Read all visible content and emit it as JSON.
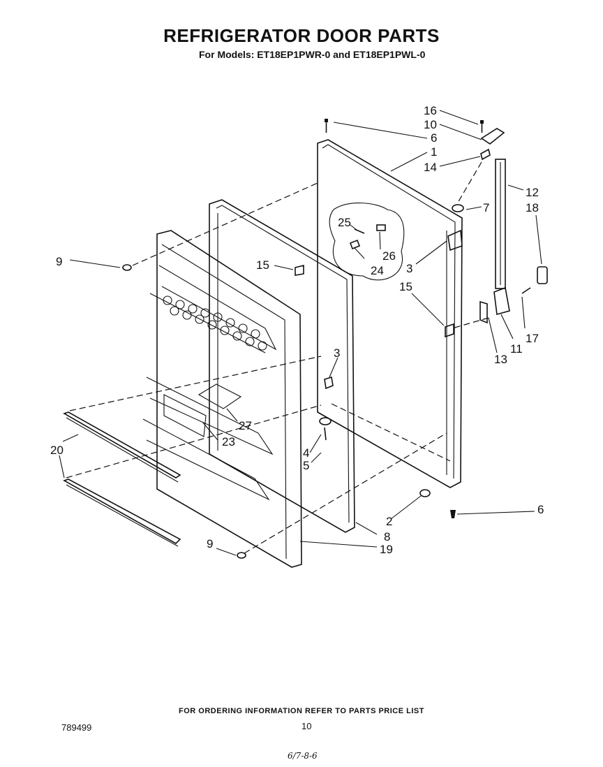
{
  "header": {
    "title": "REFRIGERATOR DOOR PARTS",
    "subtitle": "For Models: ET18EP1PWR-0 and ET18EP1PWL-0"
  },
  "callouts": {
    "c1": "1",
    "c2": "2",
    "c3a": "3",
    "c3b": "3",
    "c4": "4",
    "c5": "5",
    "c6a": "6",
    "c6b": "6",
    "c7": "7",
    "c8": "8",
    "c9a": "9",
    "c9b": "9",
    "c10": "10",
    "c11": "11",
    "c12": "12",
    "c13": "13",
    "c14": "14",
    "c15a": "15",
    "c15b": "15",
    "c16": "16",
    "c17": "17",
    "c18": "18",
    "c19": "19",
    "c20": "20",
    "c23": "23",
    "c24": "24",
    "c25": "25",
    "c26": "26",
    "c27": "27"
  },
  "footer": {
    "ordering_note": "FOR ORDERING INFORMATION REFER TO PARTS PRICE LIST",
    "doc_number": "789499",
    "page_number": "10",
    "handwritten_mark": "6/7-8-6"
  }
}
